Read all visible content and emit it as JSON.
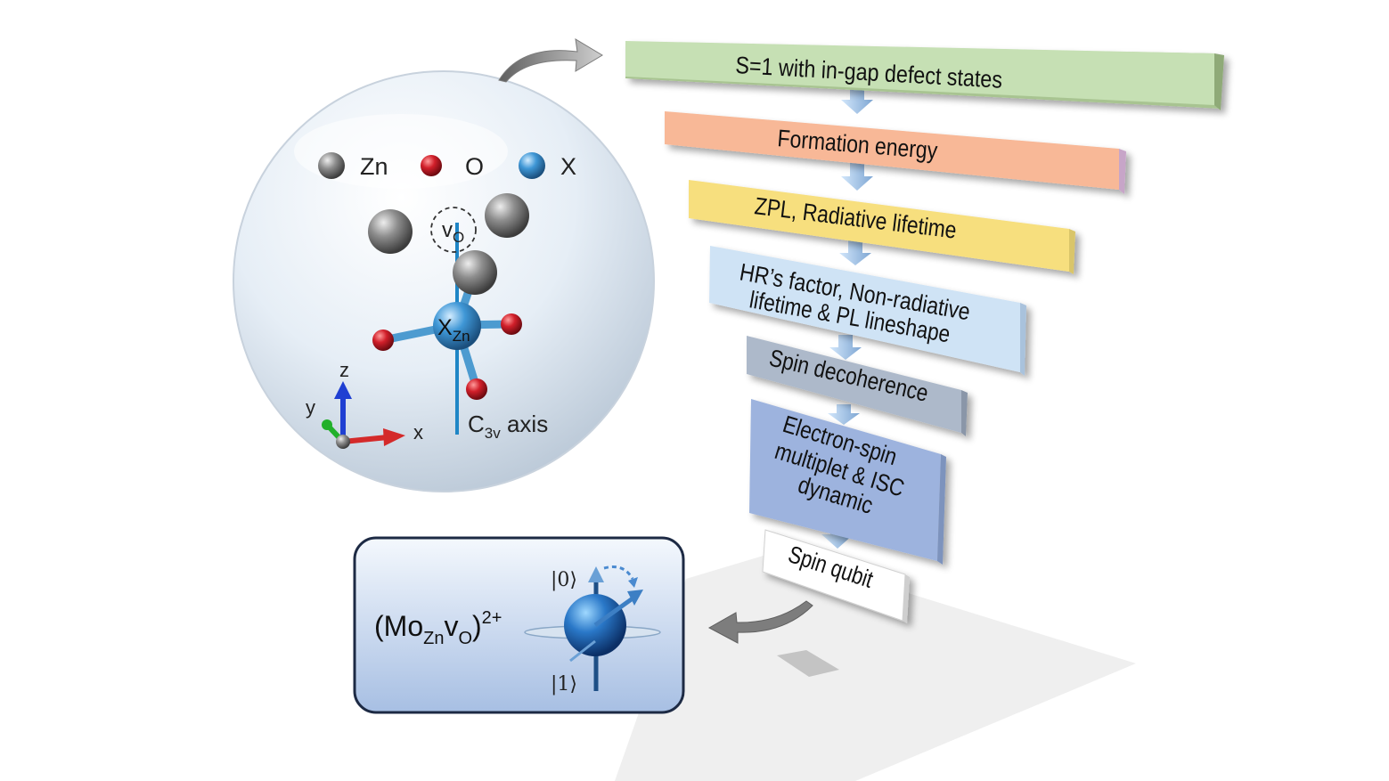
{
  "legend": [
    {
      "symbol": "Zn",
      "color": "#8c8c8c"
    },
    {
      "symbol": "O",
      "color": "#d11f2a"
    },
    {
      "symbol": "X",
      "color": "#3f97d6"
    }
  ],
  "structure": {
    "vacancy": {
      "base": "v",
      "sub": "O"
    },
    "center": {
      "base": "X",
      "sub": "Zn"
    },
    "axis": {
      "base": "C",
      "sub": "3v",
      "suffix": " axis"
    },
    "axes": {
      "z": "z",
      "y": "y",
      "x": "x"
    }
  },
  "steps": [
    {
      "lines": [
        "S=1 with in-gap defect states"
      ],
      "color": "#c6e0b4"
    },
    {
      "lines": [
        "Formation energy"
      ],
      "color": "#f8b897"
    },
    {
      "lines": [
        "ZPL, Radiative lifetime"
      ],
      "color": "#f7df7e"
    },
    {
      "lines": [
        "HR’s factor,  Non-radiative",
        "lifetime & PL lineshape"
      ],
      "color": "#cfe3f5"
    },
    {
      "lines": [
        "Spin decoherence"
      ],
      "color": "#adb9ca"
    },
    {
      "lines": [
        "Electron-spin",
        "multiplet & ISC",
        "dynamic"
      ],
      "color": "#9db3de"
    },
    {
      "lines": [
        "Spin qubit"
      ],
      "color": "#ffffff"
    }
  ],
  "result": {
    "formula": {
      "open": "(Mo",
      "sub1": "Zn",
      "mid": "v",
      "sub2": "O",
      "close": ")",
      "sup": "2+"
    },
    "ket_0": "|0⟩",
    "ket_1": "|1⟩"
  },
  "colors": {
    "zn": "#8c8c8c",
    "o": "#d11f2a",
    "x": "#3f97d6",
    "axis": "#1f86c6"
  }
}
